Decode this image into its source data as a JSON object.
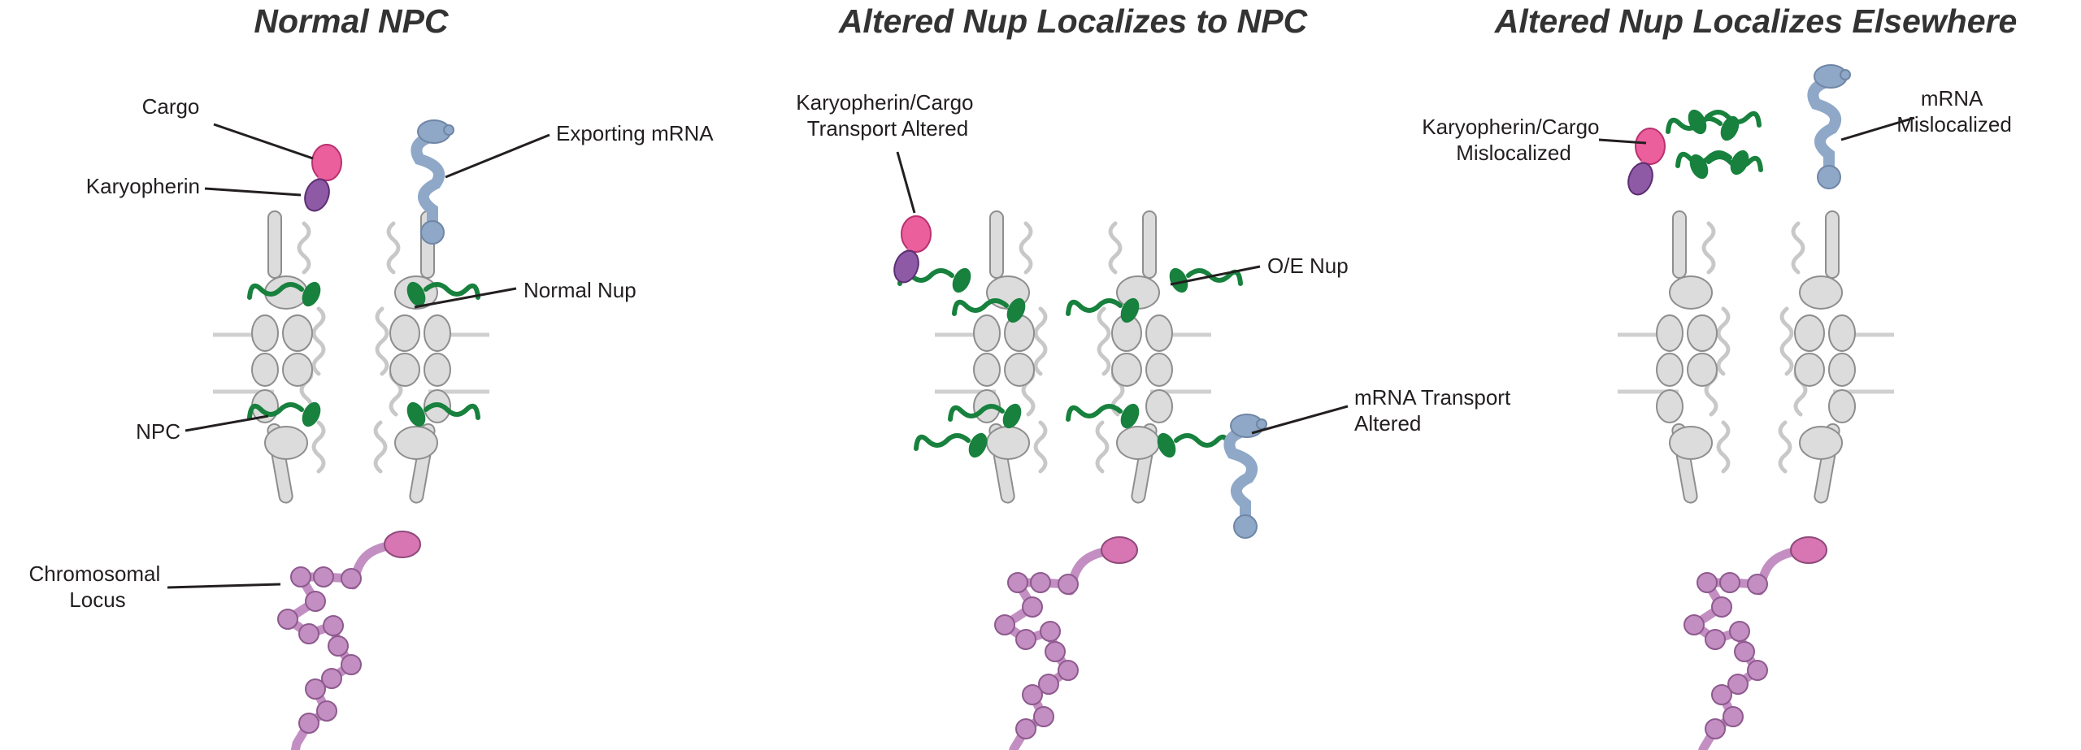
{
  "panels": [
    {
      "title": "Normal NPC",
      "labels": {
        "cargo": "Cargo",
        "karyopherin": "Karyopherin",
        "mrna": "Exporting mRNA",
        "nup": "Normal Nup",
        "npc": "NPC",
        "locus": [
          "Chromosomal",
          "Locus"
        ]
      }
    },
    {
      "title": "Altered Nup Localizes to NPC",
      "labels": {
        "transport": [
          "Karyopherin/Cargo",
          "Transport Altered"
        ],
        "nup": "O/E Nup",
        "mrna": [
          "mRNA Transport",
          "Altered"
        ]
      }
    },
    {
      "title": "Altered Nup Localizes Elsewhere",
      "labels": {
        "karyopherin": [
          "Karyopherin/Cargo",
          "Mislocalized"
        ],
        "mrna": [
          "mRNA",
          "Mislocalized"
        ]
      }
    }
  ],
  "colors": {
    "nup": "#17813d",
    "npc_subunit": "#dcdcdc",
    "cargo": "#ec5f9d",
    "karyopherin": "#8e5aa6",
    "mrna": "#8fa8c8",
    "chromatin": "#c38fc3"
  }
}
